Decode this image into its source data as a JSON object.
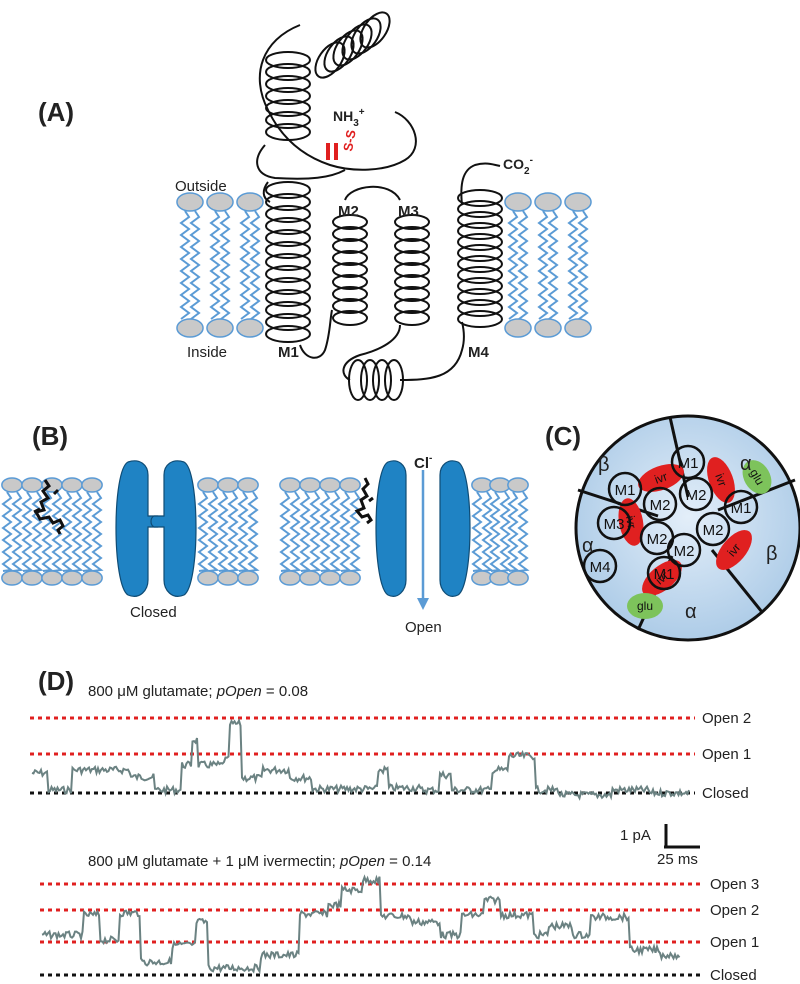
{
  "panels": {
    "a": "(A)",
    "b": "(B)",
    "c": "(C)",
    "d": "(D)"
  },
  "panel_a": {
    "outside": "Outside",
    "inside": "Inside",
    "nterm": "NH",
    "nterm_sub": "3",
    "nterm_sup": "+",
    "disulfide": "S-S",
    "cterm": "CO",
    "cterm_sub": "2",
    "cterm_sup": "-",
    "m1": "M1",
    "m2": "M2",
    "m3": "M3",
    "m4": "M4"
  },
  "panel_b": {
    "closed": "Closed",
    "open": "Open",
    "ion": "Cl",
    "ion_sup": "-"
  },
  "panel_c": {
    "beta": "β",
    "alpha": "α",
    "m1": "M1",
    "m2": "M2",
    "m3": "M3",
    "m4": "M4",
    "ivr": "ivr",
    "glu": "glu"
  },
  "panel_d": {
    "trace1_title_prefix": "800 μM glutamate; ",
    "trace1_popen_label": "pOpen",
    "trace1_popen_value": " = 0.08",
    "trace2_title_prefix": "800 μM glutamate + 1 μM ivermectin; ",
    "trace2_popen_label": "pOpen",
    "trace2_popen_value": " = 0.14",
    "open1": "Open 1",
    "open2": "Open 2",
    "open3": "Open 3",
    "closed": "Closed",
    "scale_current": "1 pA",
    "scale_time": "25 ms"
  },
  "colors": {
    "lipid": "#5b9bd5",
    "headgroup": "#c9c9c9",
    "channel": "#1f83c4",
    "disulfide": "#e02020",
    "ivermectin_site": "#e02020",
    "glutamate_site": "#7dc35b",
    "subunit_fill": "#c6dcf0",
    "trace": "#6b8282",
    "level_open": "#e02020",
    "level_closed": "#111111"
  }
}
